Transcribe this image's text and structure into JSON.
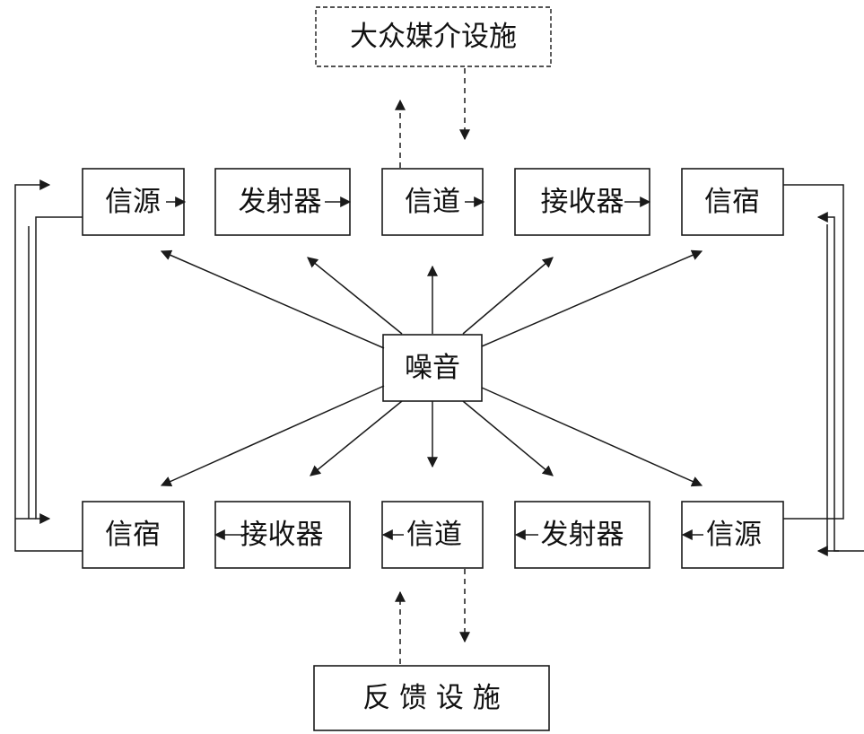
{
  "media_box": {
    "label": "大众媒介设施"
  },
  "feedback_box": {
    "label": "反 馈 设 施"
  },
  "noise_box": {
    "label": "噪音"
  },
  "top_row": {
    "source": "信源",
    "transmitter": "发射器",
    "channel": "信道",
    "receiver": "接收器",
    "destination": "信宿"
  },
  "bottom_row": {
    "destination": "信宿",
    "receiver": "接收器",
    "channel": "信道",
    "transmitter": "发射器",
    "source": "信源"
  },
  "colors": {
    "ink": "#1a1a1a",
    "background": "#ffffff"
  }
}
